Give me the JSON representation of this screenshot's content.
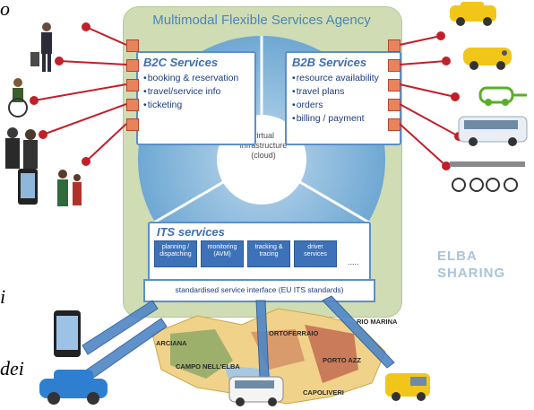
{
  "agency": {
    "title": "Multimodal Flexible Services Agency"
  },
  "b2c": {
    "title": "B2C Services",
    "items": [
      "booking & reservation",
      "travel/service info",
      "ticketing"
    ]
  },
  "b2b": {
    "title": "B2B Services",
    "items": [
      "resource availability",
      "travel plans",
      "orders",
      "billing / payment"
    ]
  },
  "cloud": {
    "line1": "virtual",
    "line2": "infrastructure",
    "line3": "(cloud)"
  },
  "its": {
    "title": "ITS services",
    "boxes": [
      {
        "l1": "planning /",
        "l2": "dispatching"
      },
      {
        "l1": "monitoring",
        "l2": "(AVM)"
      },
      {
        "l1": "tracking &",
        "l2": "tracing"
      },
      {
        "l1": "driver",
        "l2": "services"
      }
    ],
    "ellipsis": "....."
  },
  "standard": {
    "label": "standardised service interface (EU ITS standards)"
  },
  "brand": {
    "line1": "ELBA",
    "line2": "SHARING"
  },
  "map": {
    "labels": [
      "RIO MARINA",
      "ORTOFERRAIO",
      "ARCIANA",
      "CAMPO NELL'ELBA",
      "PORTO AZZ",
      "CAPOLIVERI"
    ]
  },
  "left_fragments": {
    "top": "o",
    "mid": "i",
    "bottom": "dei"
  },
  "colors": {
    "agency_bg": "#cfdcb4",
    "panel_border": "#5b8fc7",
    "connector": "#e9835d",
    "connector_line": "#c0202a",
    "its_box": "#3e72b8",
    "cloud_sector": "#7fb2d6"
  },
  "icons": {
    "left": [
      "traveler-with-luggage-icon",
      "wheelchair-user-icon",
      "group-of-people-icon",
      "smartphone-and-family-icon"
    ],
    "right": [
      "yellow-taxi-icon",
      "accessible-car-icon",
      "electric-car-icon",
      "minibus-icon",
      "bike-sharing-station-icon"
    ],
    "bottom": [
      "smartphone-icon",
      "blue-car-icon",
      "white-van-icon",
      "yellow-van-icon"
    ]
  }
}
